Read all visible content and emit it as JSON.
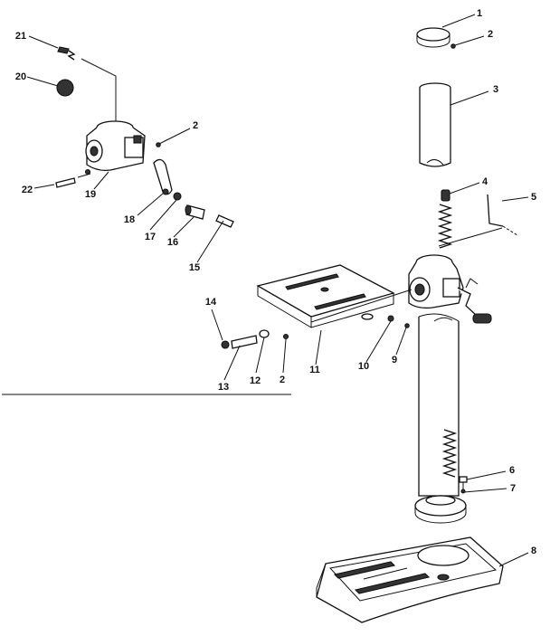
{
  "diagram": {
    "labels": [
      {
        "text": "1"
      },
      {
        "text": "2"
      },
      {
        "text": "3"
      },
      {
        "text": "4"
      },
      {
        "text": "5"
      },
      {
        "text": "6"
      },
      {
        "text": "7"
      },
      {
        "text": "8"
      },
      {
        "text": "9"
      },
      {
        "text": "10"
      },
      {
        "text": "11"
      },
      {
        "text": "2"
      },
      {
        "text": "12"
      },
      {
        "text": "13"
      },
      {
        "text": "14"
      },
      {
        "text": "15"
      },
      {
        "text": "16"
      },
      {
        "text": "17"
      },
      {
        "text": "18"
      },
      {
        "text": "19"
      },
      {
        "text": "2"
      },
      {
        "text": "22"
      },
      {
        "text": "20"
      },
      {
        "text": "21"
      }
    ]
  }
}
